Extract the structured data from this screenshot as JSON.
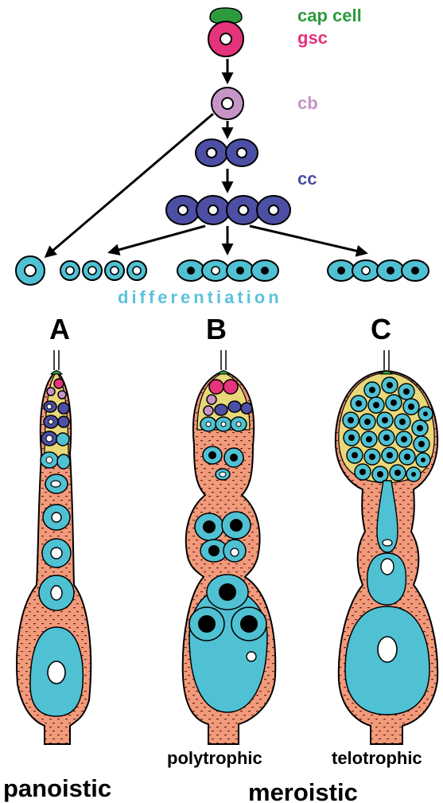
{
  "labels": {
    "cap_cell": "cap cell",
    "gsc": "gsc",
    "cb": "cb",
    "cc": "cc",
    "differentiation": "differentiation",
    "panel_a": "A",
    "panel_b": "B",
    "panel_c": "C",
    "polytrophic": "polytrophic",
    "telotrophic": "telotrophic",
    "panoistic": "panoistic",
    "meroistic": "meroistic"
  },
  "colors": {
    "cap_cell": "#2e9a3e",
    "gsc": "#e5337c",
    "cb": "#c695c6",
    "cc": "#4c4fa3",
    "oocyte": "#4fc1d3",
    "follicle": "#f19a7c",
    "sheath": "#e8d87a",
    "nucleus_dark": "#000000",
    "label_differentiation": "#5bc2dc"
  }
}
